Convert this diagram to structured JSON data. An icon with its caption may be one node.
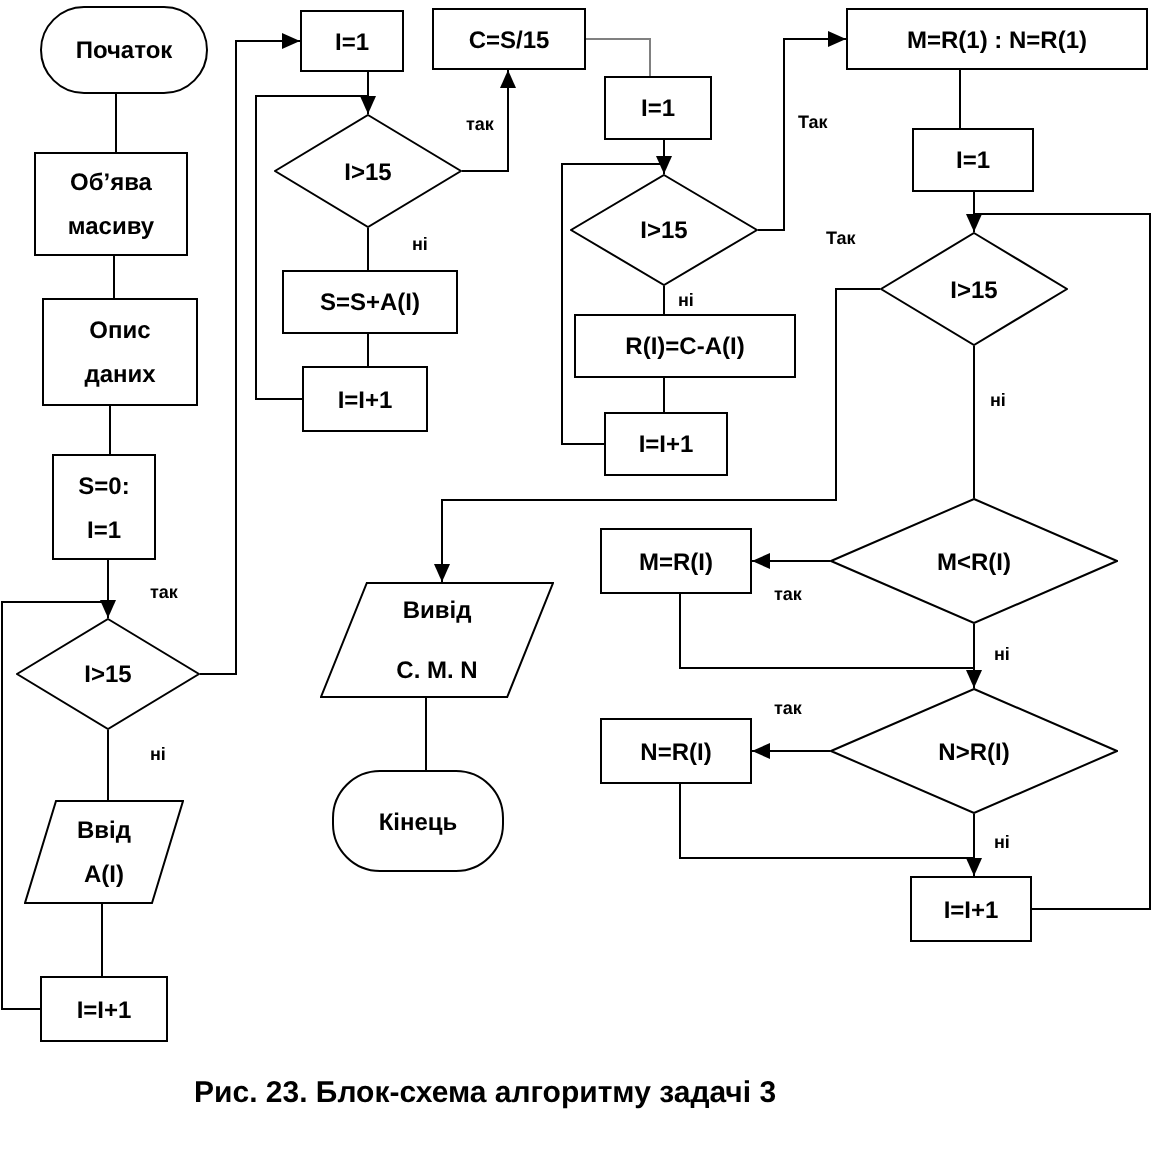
{
  "diagram": {
    "caption": "Рис. 23. Блок-схема алгоритму задачі 3",
    "nodes": [
      {
        "text": [
          "Початок"
        ]
      },
      {
        "text": [
          "Об’ява масиву"
        ]
      },
      {
        "text": [
          "Опис даних"
        ]
      },
      {
        "text": [
          "S=0: I=1"
        ]
      },
      {
        "text": [
          "I>15"
        ]
      },
      {
        "text": [
          "Ввід A(I)"
        ]
      },
      {
        "text": [
          "I=I+1"
        ]
      },
      {
        "text": [
          "I=1"
        ]
      },
      {
        "text": [
          "I>15"
        ]
      },
      {
        "text": [
          "S=S+A(I)"
        ]
      },
      {
        "text": [
          "I=I+1"
        ]
      },
      {
        "text": [
          "C=S/15"
        ]
      },
      {
        "text": [
          "I=1"
        ]
      },
      {
        "text": [
          "I>15"
        ]
      },
      {
        "text": [
          "R(I)=C-A(I)"
        ]
      },
      {
        "text": [
          "I=I+1"
        ]
      },
      {
        "text": [
          "M=R(1) : N=R(1)"
        ]
      },
      {
        "text": [
          "I=1"
        ]
      },
      {
        "text": [
          "I>15"
        ]
      },
      {
        "text": [
          "Вивід C. M. N"
        ]
      },
      {
        "text": [
          "M<R(I)"
        ]
      },
      {
        "text": [
          "M=R(I)"
        ]
      },
      {
        "text": [
          "N>R(I)"
        ]
      },
      {
        "text": [
          "N=R(I)"
        ]
      },
      {
        "text": [
          "I=I+1"
        ]
      },
      {
        "text": [
          "Кінець"
        ]
      }
    ],
    "edges": [
      {
        "from": 0,
        "to": 1,
        "arrow": "none"
      },
      {
        "from": 1,
        "to": 2,
        "arrow": "none"
      },
      {
        "from": 2,
        "to": 3,
        "arrow": "none"
      },
      {
        "from": 3,
        "to": 4,
        "arrow": "none"
      },
      {
        "from": 4,
        "to": 5,
        "arrow": "none",
        "label": "ні"
      },
      {
        "from": 5,
        "to": 6,
        "arrow": "none"
      },
      {
        "from": 6,
        "to": 4,
        "arrow": "to"
      },
      {
        "from": 4,
        "to": 7,
        "arrow": "to",
        "label": "так"
      },
      {
        "from": 7,
        "to": 8,
        "arrow": "none"
      },
      {
        "from": 8,
        "to": 9,
        "arrow": "none",
        "label": "ні"
      },
      {
        "from": 9,
        "to": 10,
        "arrow": "none"
      },
      {
        "from": 10,
        "to": 8,
        "arrow": "to"
      },
      {
        "from": 8,
        "to": 11,
        "arrow": "to",
        "label": "так"
      },
      {
        "from": 11,
        "to": 12,
        "arrow": "none",
        "color": "#808080"
      },
      {
        "from": 12,
        "to": 13,
        "arrow": "none"
      },
      {
        "from": 13,
        "to": 14,
        "arrow": "none",
        "label": "ні"
      },
      {
        "from": 14,
        "to": 15,
        "arrow": "none"
      },
      {
        "from": 15,
        "to": 13,
        "arrow": "to"
      },
      {
        "from": 13,
        "to": 16,
        "arrow": "to",
        "label": "Так"
      },
      {
        "from": 16,
        "to": 17,
        "arrow": "none"
      },
      {
        "from": 17,
        "to": 18,
        "arrow": "none"
      },
      {
        "from": 18,
        "to": 20,
        "arrow": "none",
        "label": "ні"
      },
      {
        "from": 18,
        "to": 19,
        "arrow": "to",
        "label": "Так"
      },
      {
        "from": 19,
        "to": 25,
        "arrow": "none"
      },
      {
        "from": 20,
        "to": 21,
        "arrow": "to",
        "label": "так"
      },
      {
        "from": 21,
        "to": 22,
        "arrow": "to"
      },
      {
        "from": 20,
        "to": 22,
        "arrow": "none",
        "label": "ні"
      },
      {
        "from": 22,
        "to": 23,
        "arrow": "to",
        "label": "так"
      },
      {
        "from": 23,
        "to": 24,
        "arrow": "to"
      },
      {
        "from": 22,
        "to": 24,
        "arrow": "none",
        "label": "ні"
      },
      {
        "from": 24,
        "to": 18,
        "arrow": "to"
      }
    ]
  }
}
